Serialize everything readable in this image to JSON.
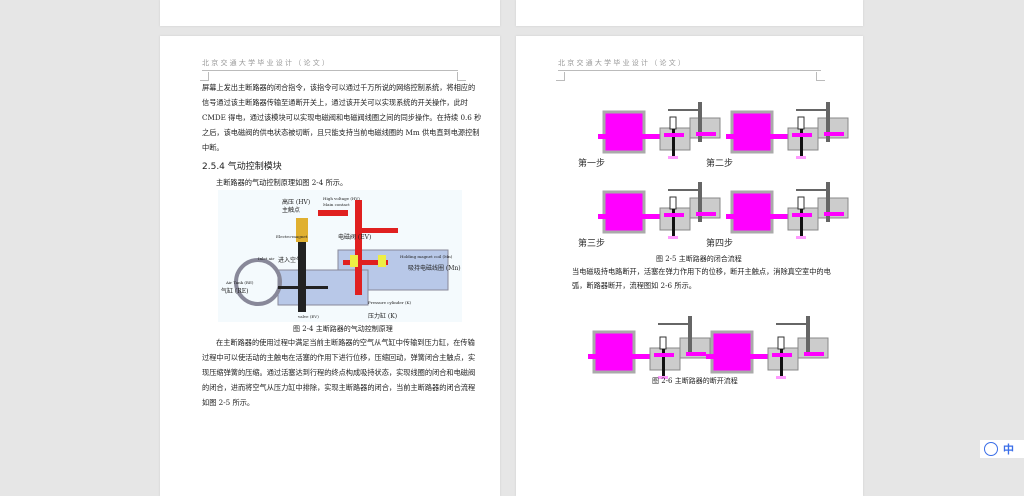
{
  "header": "北 京 交 通 大 学 毕 业 设 计 （ 论 文 ）",
  "left_page": {
    "para1": [
      "屏幕上发出主断路器的闭合指令，该指令可以通过千万所说的网络控制系统，将相应的",
      "信号通过该主断路器传输至通断开关上，通过该开关可以实现系统的开关操作，此时",
      "CMDE 得电，通过该模块可以实现电磁阀和电磁阀线圈之间的同步操作。在持续 0.6 秒",
      "之后，该电磁阀的供电状态被切断，且只能支持当前电磁线圈的 Mm 供电直到电源控制",
      "中断。"
    ],
    "heading": "2.5.4 气动控制模块",
    "intro": "主断路器的气动控制原理如图 2-4 所示。",
    "figure_labels": {
      "hv_cn": "高压 (HV)",
      "main_contact_cn": "主触点",
      "hv_en": "High voltage (HV)",
      "main_contact_en": "Main contact",
      "electromagnet": "Electro-magnet",
      "ev_cn": "电磁阀 (EV)",
      "inlet_en": "Inlet air",
      "inlet_cn": "进入空气",
      "holding_en": "Holding magnet coil (Mn)",
      "holding_cn": "吸持电磁线圈 (Mn)",
      "tank_en": "Air Tank (RE)",
      "tank_cn": "气缸 (RE)",
      "pressure_en": "Pressure cylinder (K)",
      "valve_en": "valve (EV)",
      "pressure_cn": "压力缸 (K)"
    },
    "caption": "图 2-4  主断路器的气动控制原理",
    "para2": [
      "在主断路器的使用过程中满足当前主断路器的空气从气缸中传输到压力缸，在传输",
      "过程中可以使活动的主触电在活塞的作用下进行位移，压缩回动，弹簧闭合主触点，实",
      "现压缩弹簧的压缩。通过活塞达到行程的终点构成吸持状态，实现线圈的闭合和电磁阀",
      "的闭合，进而将空气从压力缸中排除，实现主断路器的闭合，当前主断路器的闭合流程",
      "如图 2-5 所示。"
    ]
  },
  "right_page": {
    "steps": [
      "第一步",
      "第二步",
      "第三步",
      "第四步"
    ],
    "caption1": "图 2-5  主断路器的闭合流程",
    "para": [
      "当电磁吸持电路断开，活塞在弹力作用下的位移，断开主触点，消除真空室中的电",
      "弧，断路器断开，流程图如 2-6 所示。"
    ],
    "caption2": "图 2-6  主断路器的断开流程"
  },
  "ime": {
    "icon": "ime-logo-icon",
    "mode": "中"
  },
  "colors": {
    "magenta": "#ff00ff",
    "red": "#e02020",
    "blue_gray": "#b8c8e8"
  }
}
